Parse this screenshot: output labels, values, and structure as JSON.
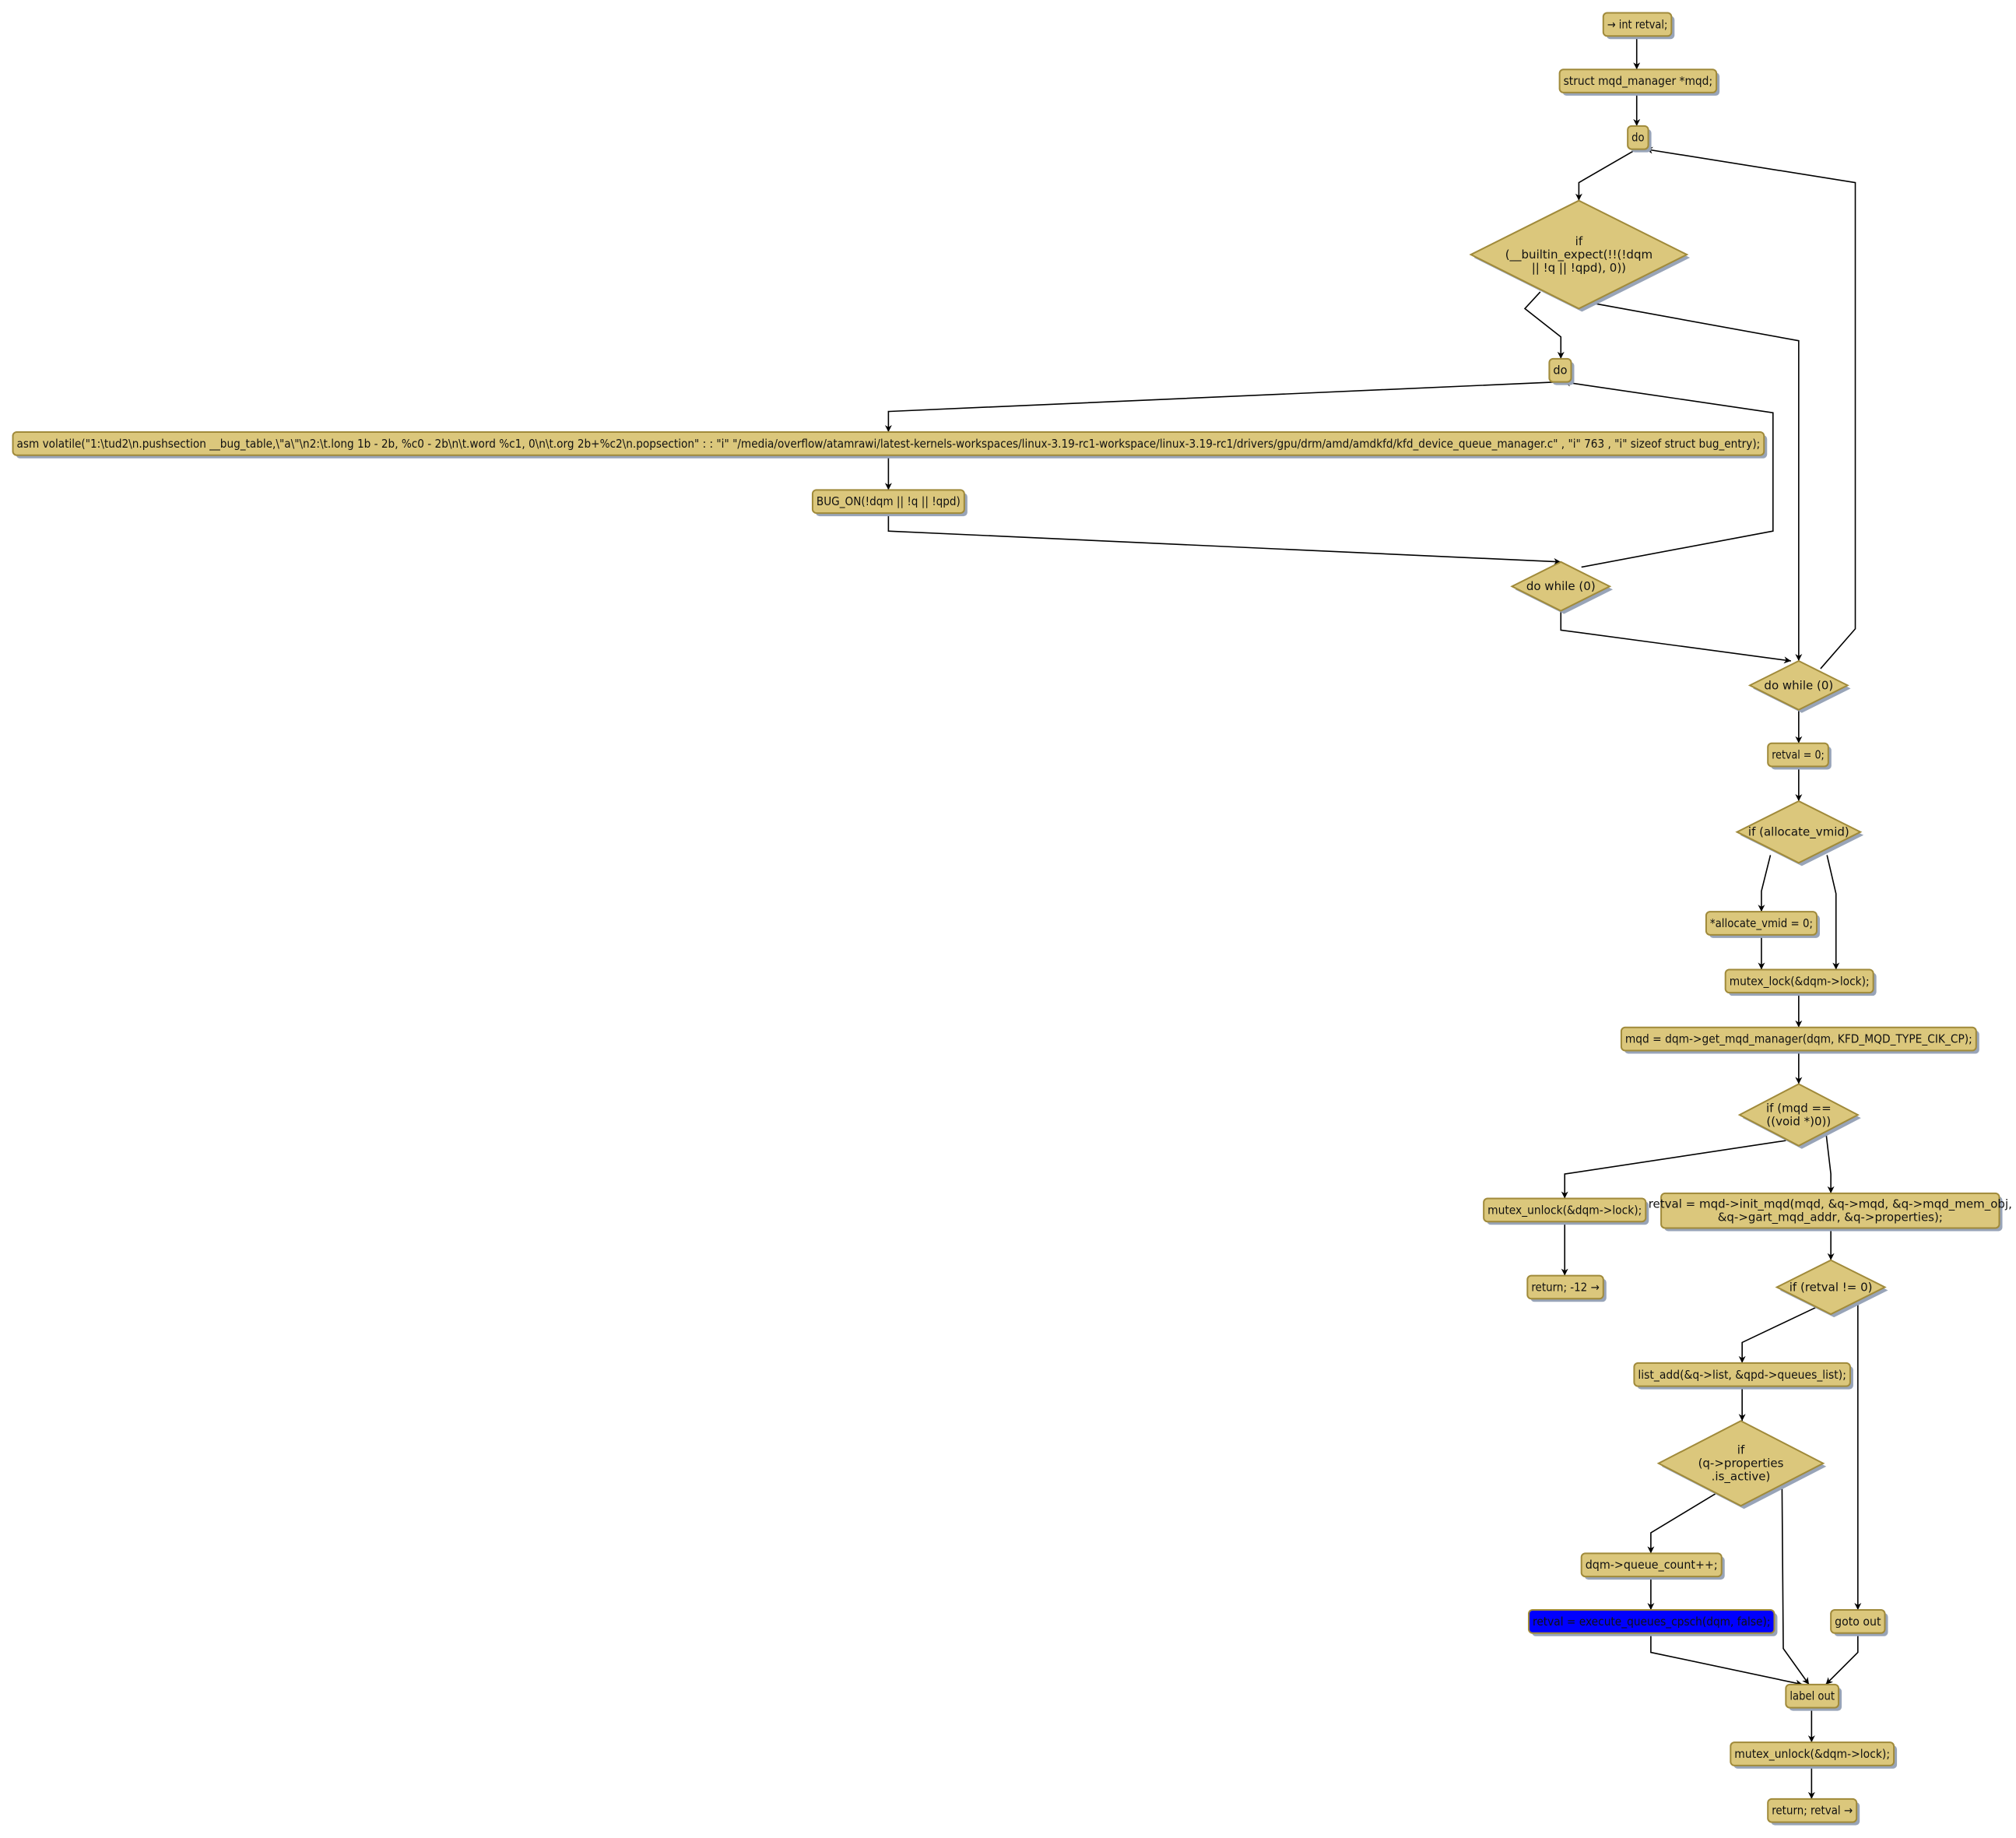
{
  "diagram": {
    "type": "control-flow-graph",
    "colors": {
      "node_fill": "#dbc77c",
      "node_border": "#a08a3a",
      "highlight_fill": "#0000ff",
      "edge": "#000000"
    },
    "nodes": {
      "n1": [
        "→ int retval;"
      ],
      "n2": [
        "struct mqd_manager *mqd;"
      ],
      "n3": [
        "do"
      ],
      "n4": [
        "if",
        "(__builtin_expect(!!(!dqm",
        "|| !q || !qpd), 0))"
      ],
      "n5": [
        "do"
      ],
      "n6": [
        "asm volatile(\"1:\\tud2\\n.pushsection __bug_table,\\\"a\\\"\\n2:\\t.long 1b - 2b, %c0 - 2b\\n\\t.word %c1, 0\\n\\t.org 2b+%c2\\n.popsection\" : : \"i\" \"/media/overflow/atamrawi/latest-kernels-workspaces/linux-3.19-rc1-workspace/linux-3.19-rc1/drivers/gpu/drm/amd/amdkfd/kfd_device_queue_manager.c\" , \"i\" 763 , \"i\" sizeof struct bug_entry);"
      ],
      "n7": [
        "BUG_ON(!dqm || !q || !qpd)"
      ],
      "n8": [
        "do while (0)"
      ],
      "n9": [
        "do while (0)"
      ],
      "n10": [
        "retval = 0;"
      ],
      "n11": [
        "if (allocate_vmid)"
      ],
      "n12": [
        "*allocate_vmid = 0;"
      ],
      "n13": [
        "mutex_lock(&dqm->lock);"
      ],
      "n14": [
        "mqd = dqm->get_mqd_manager(dqm, KFD_MQD_TYPE_CIK_CP);"
      ],
      "n15": [
        "if (mqd ==",
        "((void *)0))"
      ],
      "n16": [
        "mutex_unlock(&dqm->lock);"
      ],
      "n17": [
        "retval = mqd->init_mqd(mqd, &q->mqd, &q->mqd_mem_obj,",
        "&q->gart_mqd_addr, &q->properties);"
      ],
      "n18": [
        "return; -12 →"
      ],
      "n19": [
        "if (retval != 0)"
      ],
      "n20": [
        "list_add(&q->list, &qpd->queues_list);"
      ],
      "n21": [
        "if",
        "(q->properties",
        ".is_active)"
      ],
      "n22": [
        "dqm->queue_count++;"
      ],
      "n23": [
        "retval = execute_queues_cpsch(dqm, false);"
      ],
      "n24": [
        "goto out"
      ],
      "n25": [
        "label out"
      ],
      "n26": [
        "mutex_unlock(&dqm->lock);"
      ],
      "n27": [
        "return; retval →"
      ]
    }
  }
}
